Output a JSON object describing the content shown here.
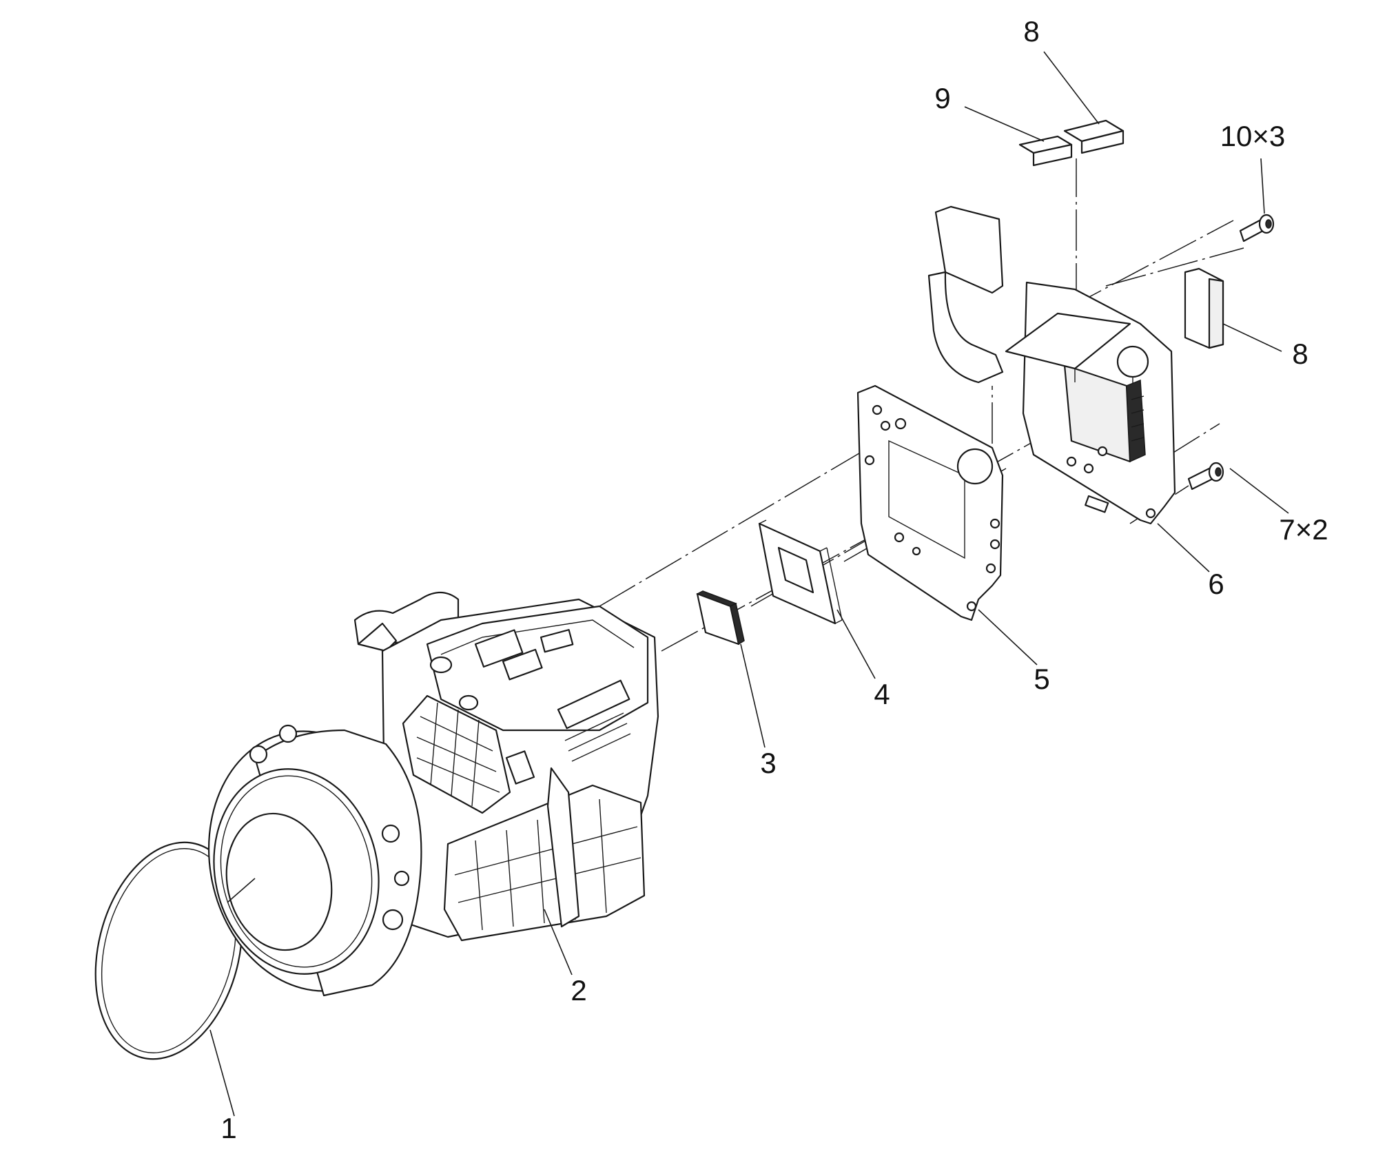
{
  "callouts": {
    "c1": "1",
    "c2": "2",
    "c3": "3",
    "c4": "4",
    "c5": "5",
    "c6": "6",
    "c7": "7×2",
    "c8a": "8",
    "c8b": "8",
    "c9": "9",
    "c10": "10×3"
  }
}
